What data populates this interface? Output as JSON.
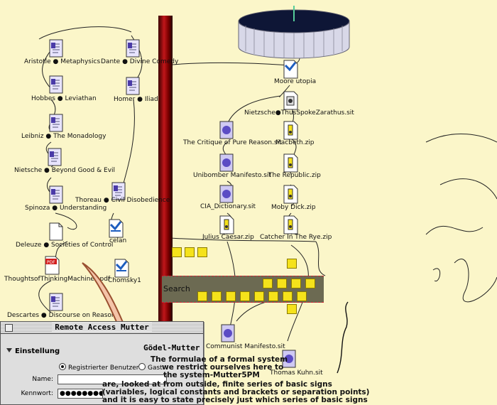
{
  "left_column": [
    {
      "label": "Aristotle ● Metaphysics",
      "icon": "document-icon"
    },
    {
      "label": "Hobbes ● Leviathan",
      "icon": "document-icon"
    },
    {
      "label": "Leibniz ● The Monadology",
      "icon": "document-icon"
    },
    {
      "label": "Nietsche ● Beyond Good & Evil",
      "icon": "document-icon"
    },
    {
      "label": "Spinoza ● Understanding",
      "icon": "document-icon"
    },
    {
      "label": "Deleuze ● Societies of Control",
      "icon": "document-icon"
    },
    {
      "label": "ThoughtsofThinkingMachines.pdf",
      "icon": "pdf-icon"
    },
    {
      "label": "Descartes ● Discourse on Reason",
      "icon": "document-icon"
    }
  ],
  "middle_column": [
    {
      "label": "Dante ● Divine Comedy",
      "icon": "document-icon"
    },
    {
      "label": "Homer ● Iliad",
      "icon": "document-icon"
    },
    {
      "label": "Thoreau ● Civil Disobedience",
      "icon": "document-icon"
    },
    {
      "label": "celan",
      "icon": "doc-blue-icon"
    },
    {
      "label": "Chomsky1",
      "icon": "doc-blue-icon"
    }
  ],
  "right_tree": {
    "moore": "Moore utopia",
    "nietzsche": "Nietzsche●ThusSpokeZarathus.sit",
    "critique": "The Critique of Pure Reason.sit",
    "macbeth": "Macbeth.zip",
    "unibomber": "Unibomber Manifesto.sit",
    "republic": "The Republic.zip",
    "cia": "CIA_Dictionary.sit",
    "moby": "Moby Dick.zip",
    "caesar": "Julius Caesar.zip",
    "catcher": "Catcher In The Rye.zip",
    "communist": "Communist Manifesto.sit",
    "kuhn": "Thomas Kuhn.sit"
  },
  "search_label": "Search",
  "dialog": {
    "title": "Remote Access Mutter",
    "section": "Einstellung",
    "radio_registered": "Registrierter Benutzer",
    "radio_guest": "Gast",
    "name_label": "Name:",
    "name_value": "",
    "password_label": "Kennwort:",
    "password_value": "●●●●●●●●●●●●●"
  },
  "godel_label": "Gödel-Mutter",
  "poem_lines": [
    "The formulae of a formal system",
    "we restrict ourselves here to",
    "the system-Mutter5PM",
    "are, looked at from outside, finite series of basic signs",
    "(variables, logical constants and brackets or separation points)",
    "and it is easy to state precisely just which series of basic signs"
  ],
  "colors": {
    "background": "#fbf6c9",
    "strip": "#c1161a",
    "dialog": "#dedede"
  }
}
